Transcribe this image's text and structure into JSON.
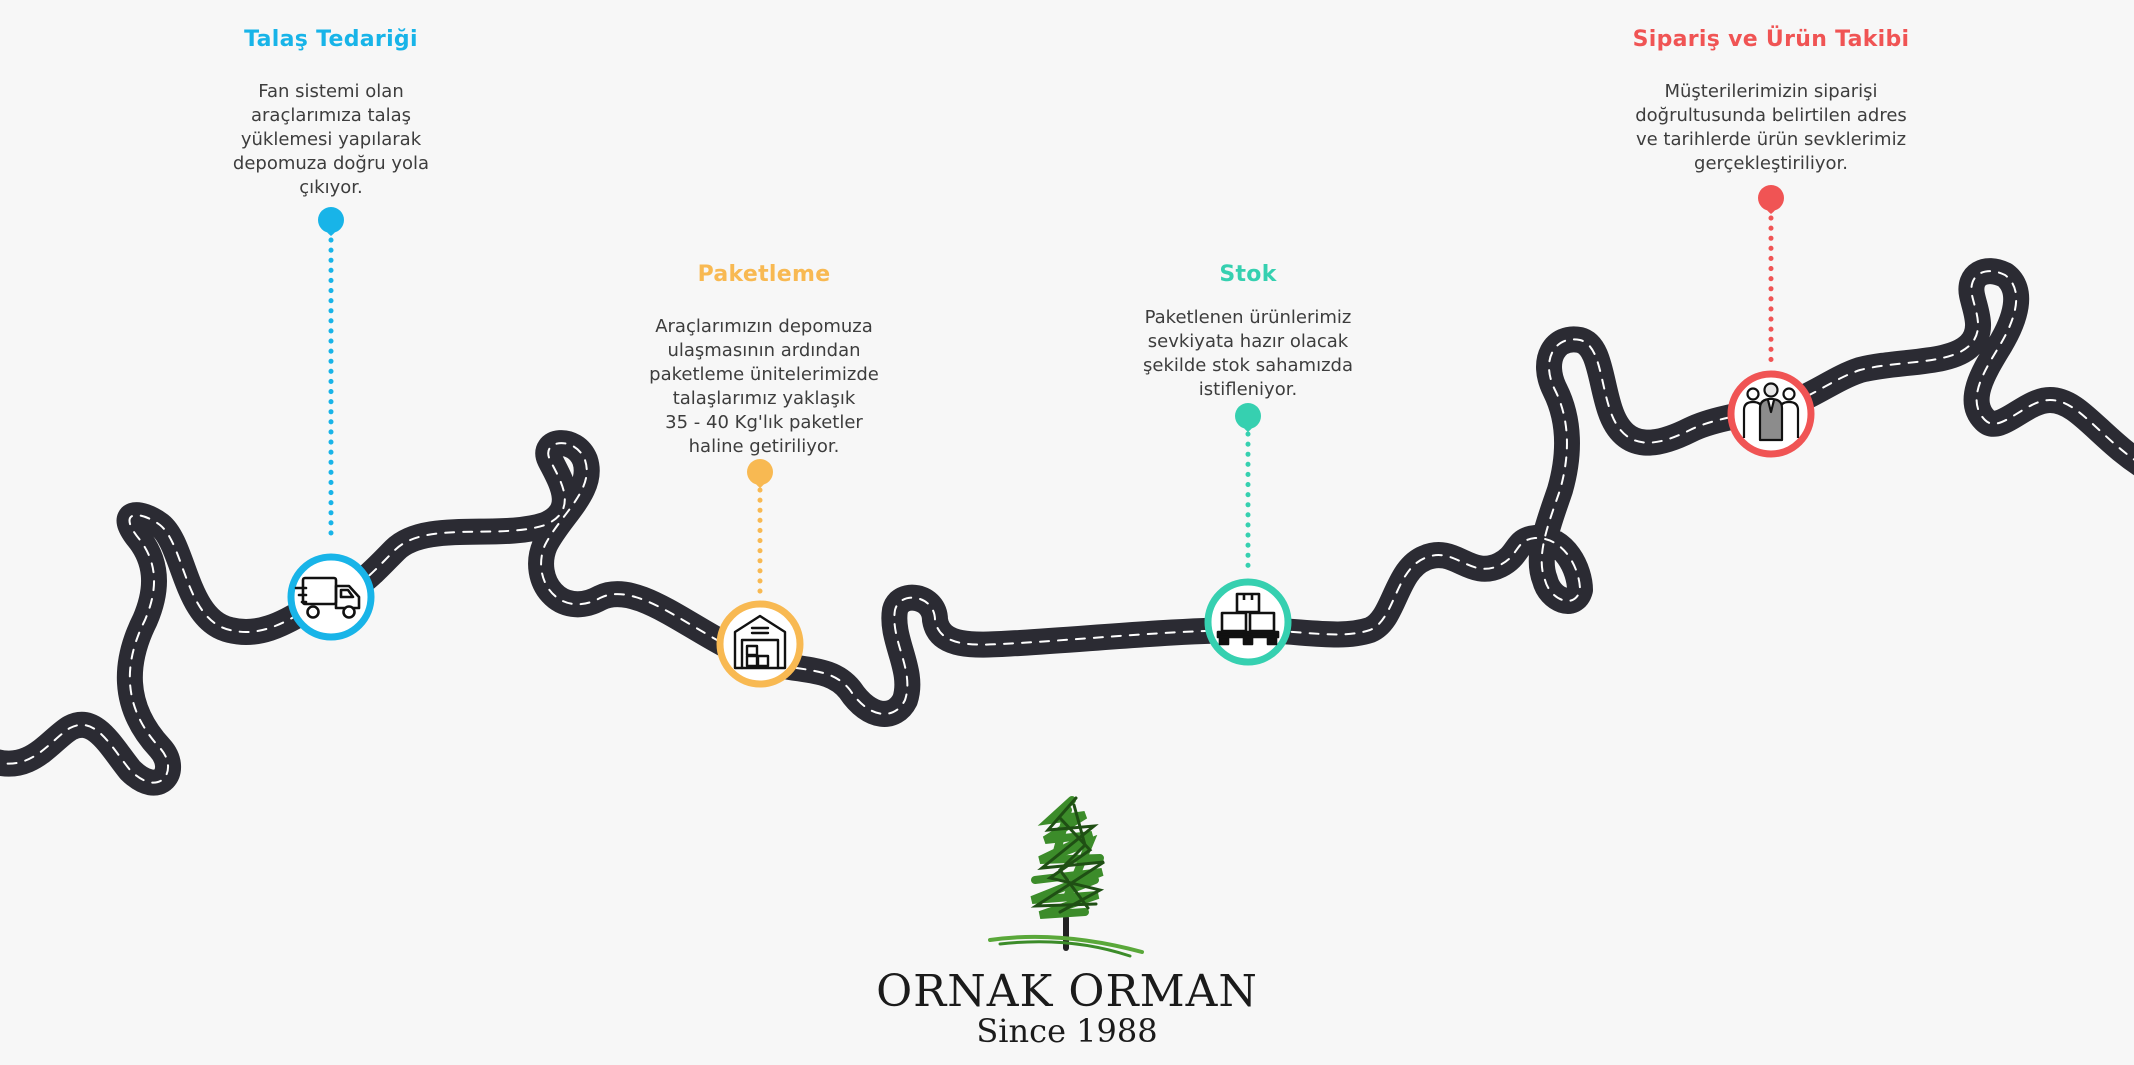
{
  "steps": [
    {
      "id": "supply",
      "title": "Talaş Tedariği",
      "description": "Fan sistemi olan\naraçlarımıza talaş\nyüklemesi yapılarak\ndepomuza doğru yola\nçıkıyor.",
      "color": "#18b4e8",
      "icon": "truck-icon"
    },
    {
      "id": "packaging",
      "title": "Paketleme",
      "description": "Araçlarımızın depomuza\nulaşmasının ardından\npaketleme ünitelerimizde\ntalaşlarımız yaklaşık\n35 - 40 Kg'lık paketler\nhaline getiriliyor.",
      "color": "#f8b952",
      "icon": "warehouse-icon"
    },
    {
      "id": "stock",
      "title": "Stok",
      "description": "Paketlenen ürünlerimiz\nsevkiyata hazır olacak\nşekilde stok sahamızda\nistifleniyor.",
      "color": "#36d0b0",
      "icon": "pallet-boxes-icon"
    },
    {
      "id": "tracking",
      "title": "Sipariş ve Ürün Takibi",
      "description": "Müşterilerimizin siparişi\ndoğrultusunda  belirtilen adres\nve tarihlerde ürün sevklerimiz\ngerçekleştiriliyor.",
      "color": "#f05454",
      "icon": "customers-group-icon"
    }
  ],
  "road": {
    "color": "#2b2b33",
    "dash_color": "#ffffff",
    "icon": "winding-road"
  },
  "logo": {
    "name": "ORNAK ORMAN",
    "since": "Since 1988",
    "icon": "tree-logo-icon",
    "colors": {
      "leaf": "#3c8c2a",
      "leaf_dark": "#1f4f14",
      "grass": "#5aa83a",
      "trunk": "#222222"
    }
  }
}
